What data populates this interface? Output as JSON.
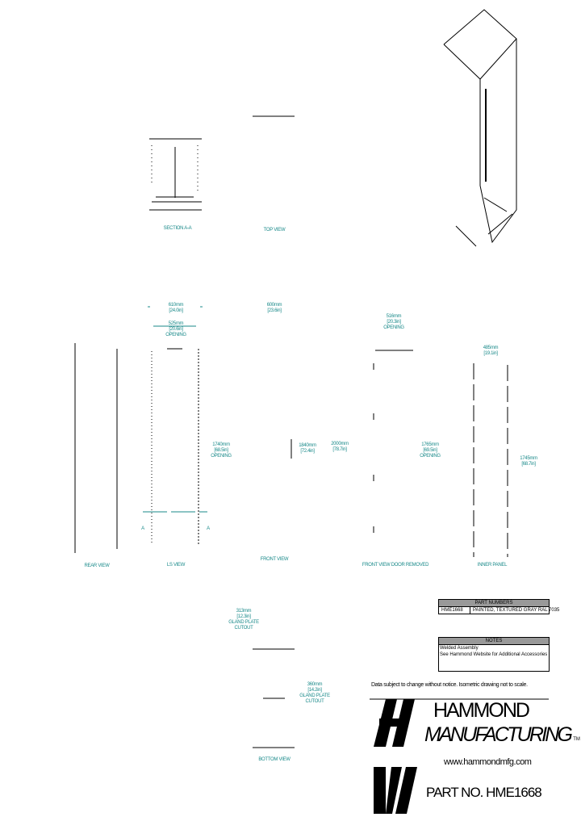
{
  "views": {
    "section": "SECTION A-A",
    "top": "TOP VIEW",
    "rear": "REAR VIEW",
    "side": "LS VIEW",
    "front": "FRONT VIEW",
    "front_door_removed": "FRONT VIEW DOOR REMOVED",
    "inner_panel": "INNER PANEL",
    "bottom": "BOTTOM VIEW"
  },
  "dimensions": {
    "side_width": "610mm\n[24.0in]",
    "side_opening": "525mm\n[20.6in]\nOPENING",
    "side_height_opening": "1740mm\n[68.5in]\nOPENING",
    "front_width": "600mm\n[23.6in]",
    "front_inner": "1840mm\n[72.4in]",
    "front_tall": "2000mm\n[78.7in]",
    "door_removed_width": "516mm\n[20.3in]\nOPENING",
    "door_removed_height": "1765mm\n[69.5in]\nOPENING",
    "panel_width": "485mm\n[19.1in]",
    "panel_height": "1745mm\n[68.7in]",
    "bottom_top": "313mm\n[12.3in]\nGLAND PLATE\nCUTOUT",
    "bottom_side": "360mm\n[14.2in]\nGLAND PLATE\nCUTOUT",
    "section_marker": "A"
  },
  "part_numbers": {
    "title": "PART NUMBERS",
    "rows": [
      {
        "part": "HME1668",
        "desc": "PAINTED, TEXTURED GRAY RAL 7035"
      }
    ]
  },
  "notes": {
    "title": "NOTES",
    "items": [
      "Welded Assembly",
      "See Hammond Website for Additional Accessories"
    ]
  },
  "disclaimer": "Data subject to change without notice. Isometric drawing not to scale.",
  "logo": {
    "line1": "HAMMOND",
    "line2": "MANUFACTURING",
    "tm": "TM"
  },
  "website": "www.hammondmfg.com",
  "part_no_label": "PART NO. HME1668",
  "colors": {
    "dimension_text": "#1a8a8a",
    "table_header": "#999999"
  }
}
